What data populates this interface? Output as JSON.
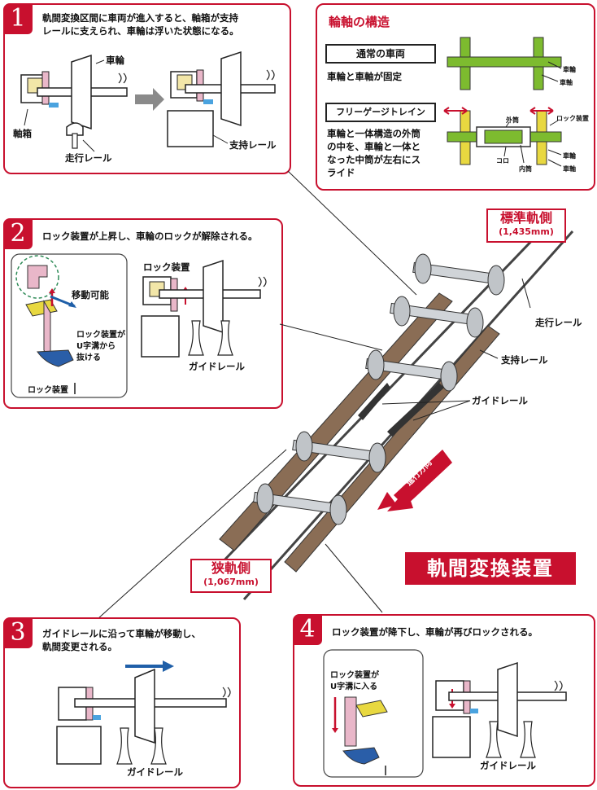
{
  "panel1": {
    "number": "1",
    "caption_line1": "軌間変換区間に車両が進入すると、軸箱が支持",
    "caption_line2": "レールに支えられ、車輪は浮いた状態になる。",
    "wheel_label": "車輪",
    "axlebox_label": "軸箱",
    "running_rail_label": "走行レール",
    "support_rail_label": "支持レール"
  },
  "structure": {
    "title": "輪軸の構造",
    "normal_title": "通常の車両",
    "normal_desc": "車輪と車軸が固定",
    "normal_wheel": "車輪",
    "normal_axle": "車軸",
    "fgt_title": "フリーゲージトレイン",
    "fgt_desc_1": "車輪と一体構造の外筒",
    "fgt_desc_2": "の中を、車輪と一体と",
    "fgt_desc_3": "なった中筒が左右にス",
    "fgt_desc_4": "ライド",
    "outer_tube": "外筒",
    "lock_device": "ロック装置",
    "roller": "コロ",
    "inner_tube": "内筒",
    "fgt_wheel": "車輪",
    "fgt_axle": "車軸"
  },
  "panel2": {
    "number": "2",
    "caption": "ロック装置が上昇し、車輪のロックが解除される。",
    "lock_device_label": "ロック装置",
    "movable_label": "移動可能",
    "lock_note_1": "ロック装置が",
    "lock_note_2": "U字溝から",
    "lock_note_3": "抜ける",
    "lock_device_bottom": "ロック装置",
    "guide_rail_label": "ガイドレール"
  },
  "main": {
    "standard_gauge": "標準軌側",
    "standard_mm": "(1,435mm)",
    "running_rail": "走行レール",
    "support_rail": "支持レール",
    "guide_rail": "ガイドレール",
    "direction": "進行方向",
    "narrow_gauge": "狭軌側",
    "narrow_mm": "(1,067mm)",
    "title": "軌間変換装置"
  },
  "panel3": {
    "number": "3",
    "caption_line1": "ガイドレールに沿って車輪が移動し、",
    "caption_line2": "軌間変更される。",
    "guide_rail_label": "ガイドレール"
  },
  "panel4": {
    "number": "4",
    "caption": "ロック装置が降下し、車輪が再びロックされる。",
    "lock_note_1": "ロック装置が",
    "lock_note_2": "U字溝に入る",
    "guide_rail_label": "ガイドレール"
  },
  "colors": {
    "accent": "#c8102e",
    "axle_green": "#7dbb2f",
    "fgt_yellow": "#e8d840",
    "arrow_blue": "#1f5fa8",
    "arrow_grey": "#8a8a8a"
  }
}
